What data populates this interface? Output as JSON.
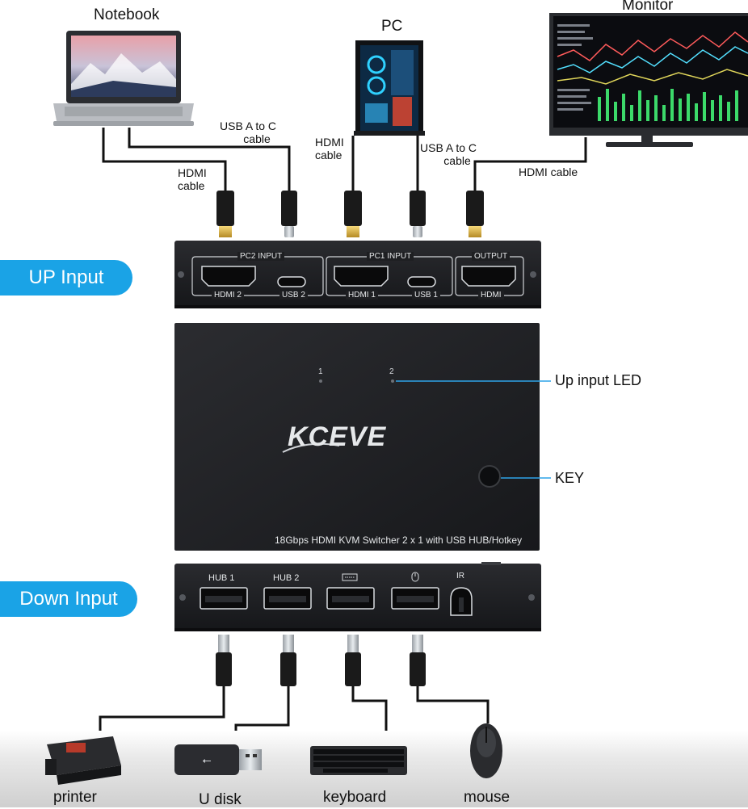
{
  "devices": {
    "notebook": "Notebook",
    "pc": "PC",
    "monitor": "Monitor"
  },
  "cables": {
    "notebook_usb": [
      "USB A to C",
      "cable"
    ],
    "notebook_hdmi": [
      "HDMI",
      "cable"
    ],
    "pc_hdmi": [
      "HDMI",
      "cable"
    ],
    "pc_usb": [
      "USB A to C",
      "cable"
    ],
    "monitor_hdmi": "HDMI cable"
  },
  "side_labels": {
    "up_input": "UP Input",
    "down_input": "Down Input"
  },
  "top_panel": {
    "pc2_input": "PC2 INPUT",
    "pc1_input": "PC1 INPUT",
    "output": "OUTPUT",
    "hdmi2": "HDMI 2",
    "usb2": "USB 2",
    "hdmi1": "HDMI 1",
    "usb1": "USB 1",
    "hdmi": "HDMI"
  },
  "front_panel": {
    "led1": "1",
    "led2": "2",
    "brand": "KCEVE",
    "model_text": "18Gbps HDMI KVM Switcher 2 x 1 with USB HUB/Hotkey",
    "led_callout": "Up input LED",
    "key_callout": "KEY"
  },
  "bottom_panel": {
    "hub1": "HUB 1",
    "hub2": "HUB 2",
    "ir": "IR"
  },
  "peripherals": {
    "printer": "printer",
    "udisk": "U disk",
    "keyboard": "keyboard",
    "mouse": "mouse"
  },
  "colors": {
    "accent": "#1aa3e6",
    "device_body": "#1e1f22",
    "cable": "#111111"
  }
}
